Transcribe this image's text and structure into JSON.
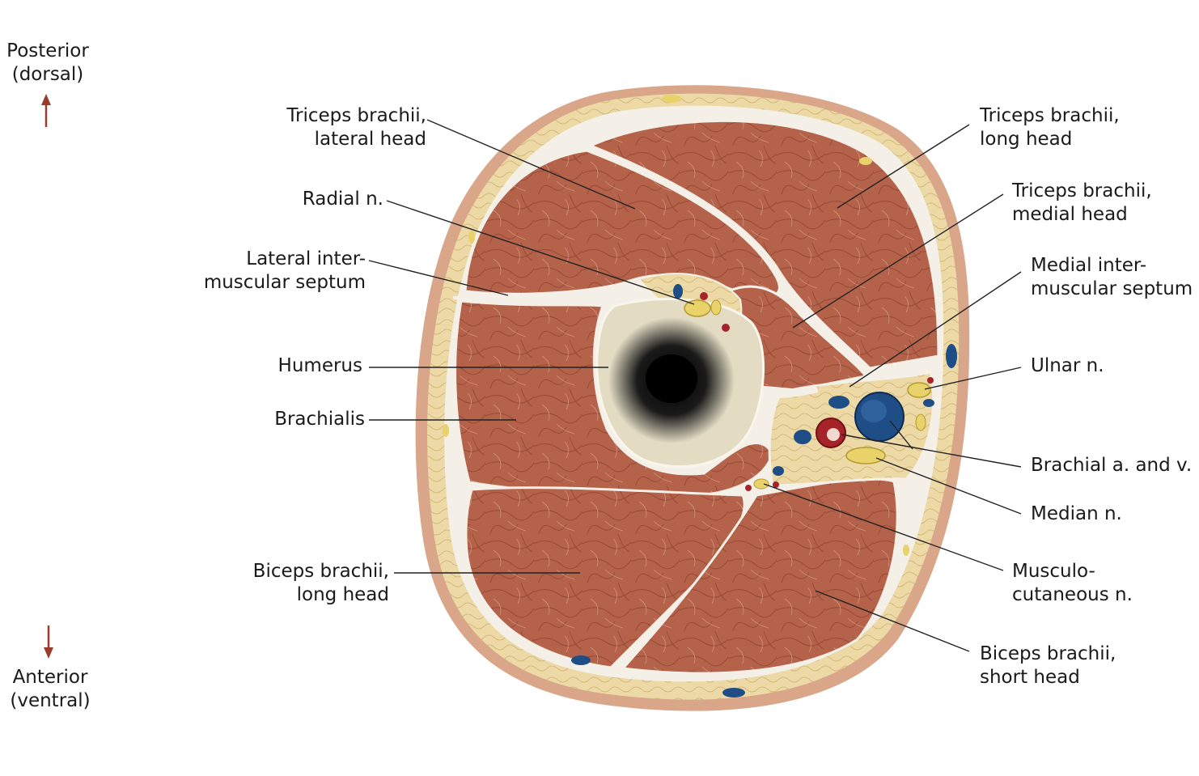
{
  "orientation": {
    "top": "Posterior\n(dorsal)",
    "bottom": "Anterior\n(ventral)"
  },
  "labels": {
    "triceps_lateral": "Triceps brachii,\nlateral head",
    "radial_n": "Radial n.",
    "lateral_septum": "Lateral inter-\nmuscular septum",
    "humerus": "Humerus",
    "brachialis": "Brachialis",
    "biceps_long": "Biceps brachii,\nlong head",
    "triceps_long": "Triceps brachii,\nlong head",
    "triceps_medial": "Triceps brachii,\nmedial head",
    "medial_septum": "Medial inter-\nmuscular septum",
    "ulnar_n": "Ulnar n.",
    "brachial_av": "Brachial a. and v.",
    "median_n": "Median n.",
    "musculocutaneous_n": "Musculo-\ncutaneous n.",
    "biceps_short": "Biceps brachii,\nshort head"
  },
  "colors": {
    "skin": "#d9a68a",
    "fat": "#ecd9a6",
    "fascia": "#f4f0e8",
    "muscle": "#b5624a",
    "muscle_dark": "#8e4431",
    "bone_cortex": "#e3dcc3",
    "marrow": "#1a1a1a",
    "nerve": "#e8d269",
    "artery": "#a6232a",
    "vein": "#1f4d86",
    "arrow": "#9b3b2c",
    "leader": "#222222"
  }
}
